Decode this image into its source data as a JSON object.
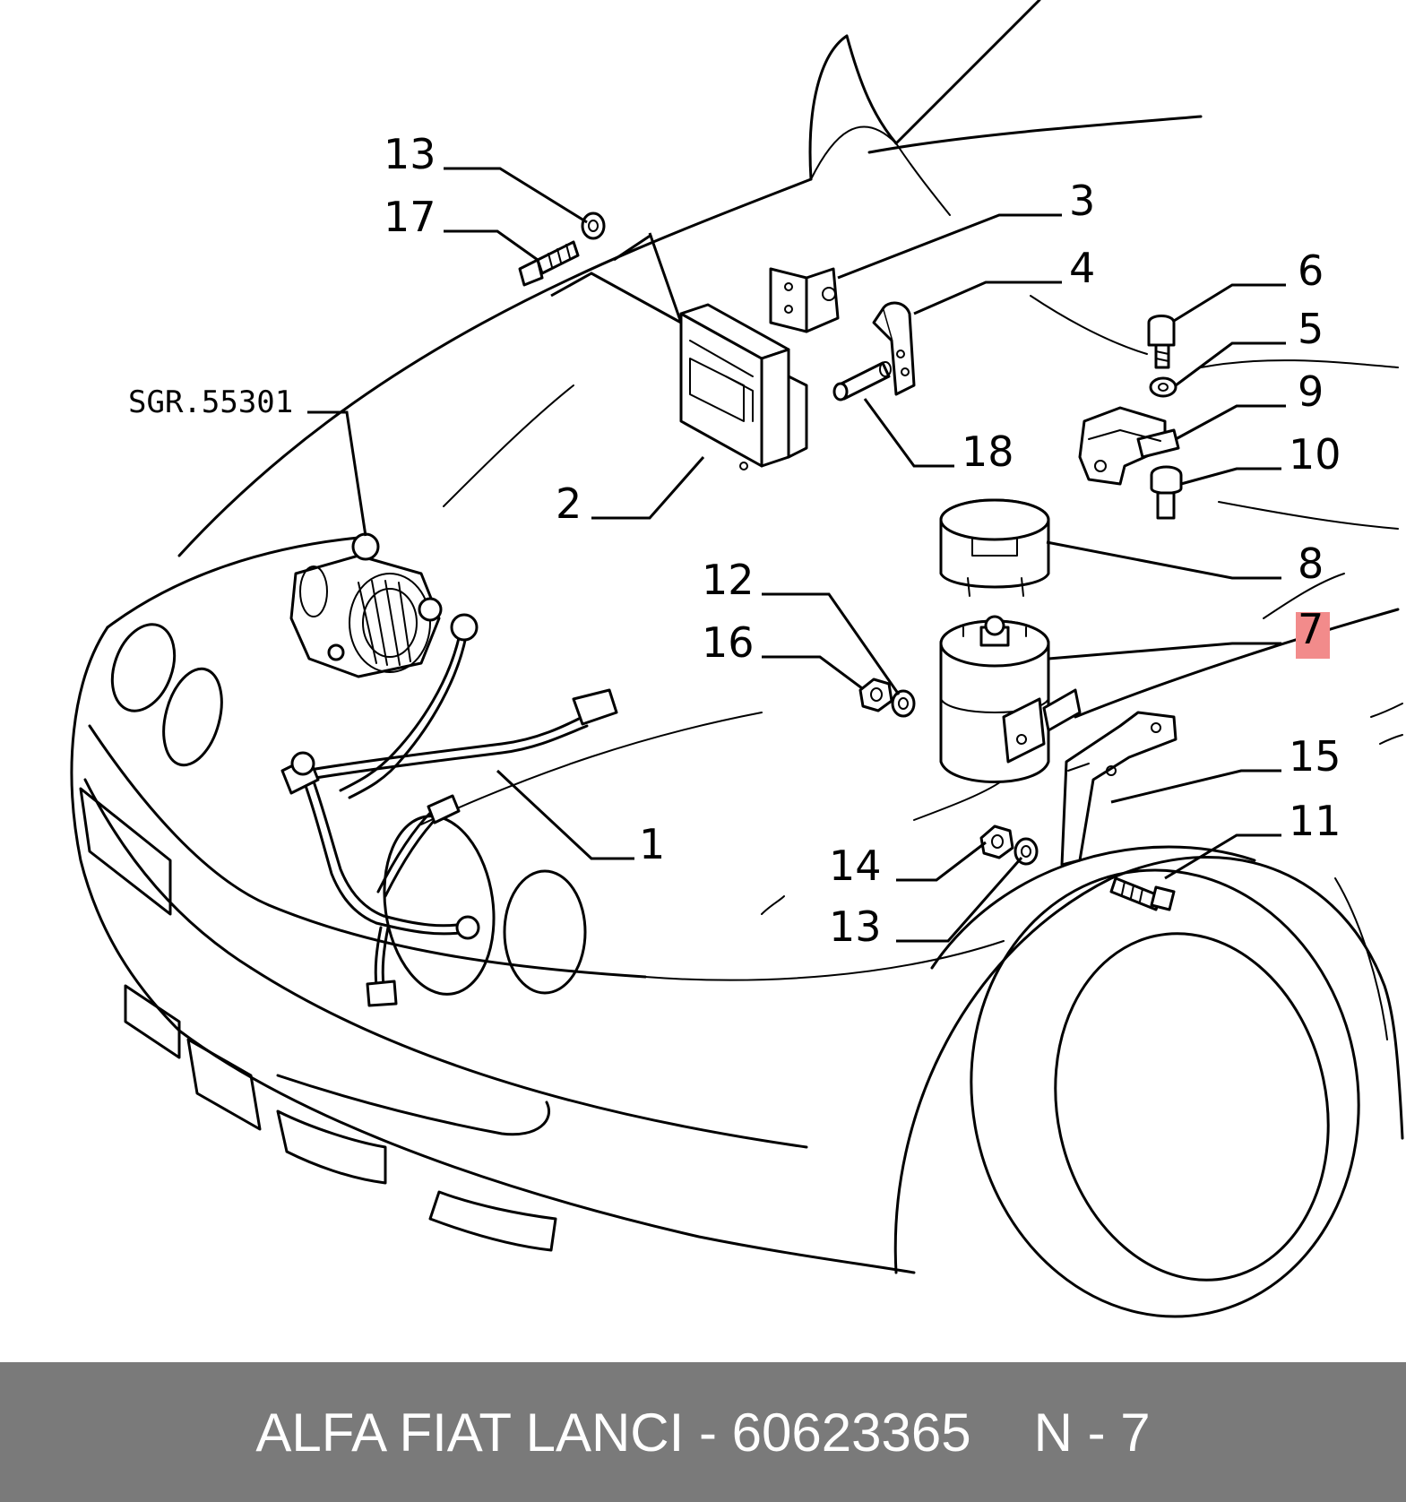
{
  "diagram": {
    "reference_label": "SGR.55301",
    "highlight_color": "#f28b8b",
    "callouts": [
      {
        "id": "c1",
        "text": "1"
      },
      {
        "id": "c2",
        "text": "2"
      },
      {
        "id": "c3",
        "text": "3"
      },
      {
        "id": "c4",
        "text": "4"
      },
      {
        "id": "c5",
        "text": "5"
      },
      {
        "id": "c6",
        "text": "6"
      },
      {
        "id": "c7",
        "text": "7",
        "highlighted": true
      },
      {
        "id": "c8",
        "text": "8"
      },
      {
        "id": "c9",
        "text": "9"
      },
      {
        "id": "c10",
        "text": "10"
      },
      {
        "id": "c11",
        "text": "11"
      },
      {
        "id": "c12",
        "text": "12"
      },
      {
        "id": "c13a",
        "text": "13"
      },
      {
        "id": "c13b",
        "text": "13"
      },
      {
        "id": "c14",
        "text": "14"
      },
      {
        "id": "c15",
        "text": "15"
      },
      {
        "id": "c16",
        "text": "16"
      },
      {
        "id": "c17",
        "text": "17"
      },
      {
        "id": "c18",
        "text": "18"
      }
    ]
  },
  "footer": {
    "part_text": "ALFA FIAT LANCI - 60623365",
    "page_ref": "N - 7",
    "background": "#7a7a7a"
  }
}
